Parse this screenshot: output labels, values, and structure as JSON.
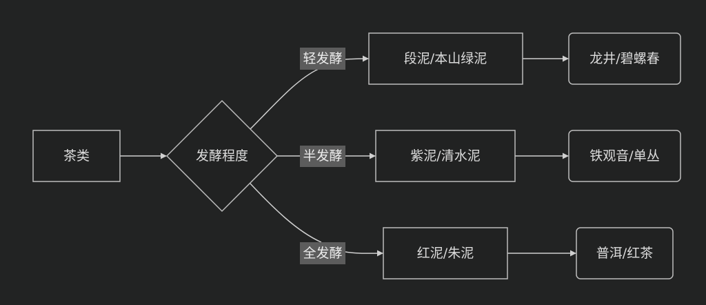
{
  "diagram": {
    "type": "flowchart",
    "direction": "left-to-right",
    "colors": {
      "background": "#222323",
      "node_fill": "#212222",
      "node_stroke": "#bdbdbd",
      "edge": "#d0d0d0",
      "edge_label_bg": "#5c5c5c",
      "text": "#dcdcdc"
    },
    "nodes": {
      "tea": {
        "label": "茶类",
        "shape": "rect"
      },
      "fermentation": {
        "label": "发酵程度",
        "shape": "diamond"
      },
      "clay_light": {
        "label": "段泥/本山绿泥",
        "shape": "rect"
      },
      "clay_semi": {
        "label": "紫泥/清水泥",
        "shape": "rect"
      },
      "clay_full": {
        "label": "红泥/朱泥",
        "shape": "rect"
      },
      "tea_light": {
        "label": "龙井/碧螺春",
        "shape": "rounded-rect"
      },
      "tea_semi": {
        "label": "铁观音/单丛",
        "shape": "rounded-rect"
      },
      "tea_full": {
        "label": "普洱/红茶",
        "shape": "rounded-rect"
      }
    },
    "edges": [
      {
        "from": "tea",
        "to": "fermentation",
        "label": ""
      },
      {
        "from": "fermentation",
        "to": "clay_light",
        "label": "轻发酵"
      },
      {
        "from": "fermentation",
        "to": "clay_semi",
        "label": "半发酵"
      },
      {
        "from": "fermentation",
        "to": "clay_full",
        "label": "全发酵"
      },
      {
        "from": "clay_light",
        "to": "tea_light",
        "label": ""
      },
      {
        "from": "clay_semi",
        "to": "tea_semi",
        "label": ""
      },
      {
        "from": "clay_full",
        "to": "tea_full",
        "label": ""
      }
    ],
    "edge_labels": {
      "light": "轻发酵",
      "semi": "半发酵",
      "full": "全发酵"
    }
  }
}
